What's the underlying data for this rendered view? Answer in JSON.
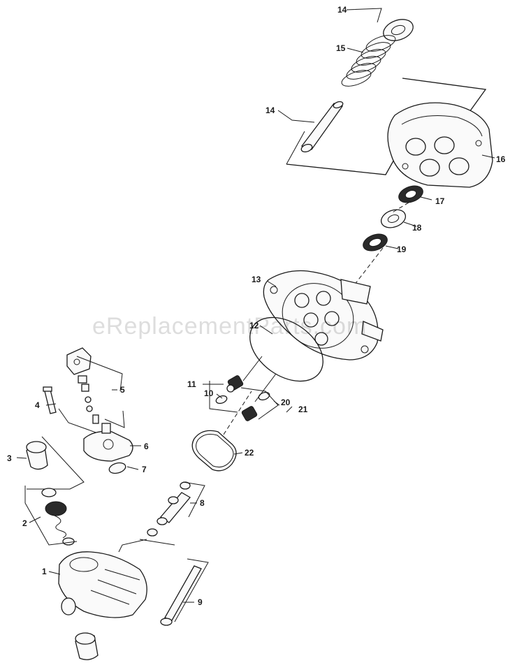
{
  "watermark": "eReplacementParts.com",
  "callouts": [
    {
      "id": "c1",
      "text": "1"
    },
    {
      "id": "c2",
      "text": "2"
    },
    {
      "id": "c3",
      "text": "3"
    },
    {
      "id": "c4",
      "text": "4"
    },
    {
      "id": "c5",
      "text": "5"
    },
    {
      "id": "c6",
      "text": "6"
    },
    {
      "id": "c7",
      "text": "7"
    },
    {
      "id": "c8",
      "text": "8"
    },
    {
      "id": "c9",
      "text": "9"
    },
    {
      "id": "c10",
      "text": "10"
    },
    {
      "id": "c11",
      "text": "11"
    },
    {
      "id": "c12",
      "text": "12"
    },
    {
      "id": "c13",
      "text": "13"
    },
    {
      "id": "c14a",
      "text": "14"
    },
    {
      "id": "c14b",
      "text": "14"
    },
    {
      "id": "c15",
      "text": "15"
    },
    {
      "id": "c16",
      "text": "16"
    },
    {
      "id": "c17",
      "text": "17"
    },
    {
      "id": "c18",
      "text": "18"
    },
    {
      "id": "c19",
      "text": "19"
    },
    {
      "id": "c20",
      "text": "20"
    },
    {
      "id": "c21",
      "text": "21"
    },
    {
      "id": "c22",
      "text": "22"
    }
  ]
}
